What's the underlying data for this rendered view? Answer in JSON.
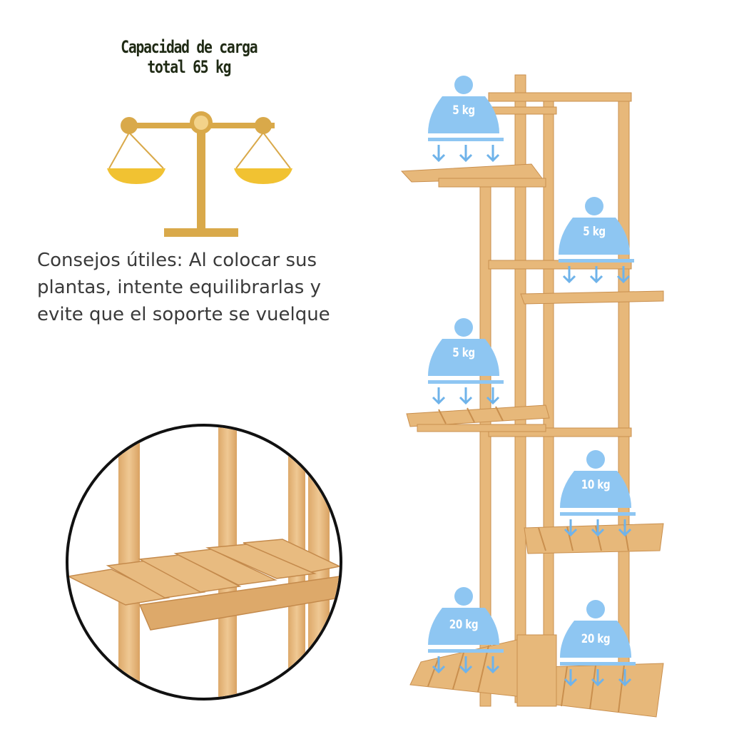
{
  "header": {
    "title": "Capacidad de carga total 65 kg"
  },
  "tip": {
    "lines": [
      "Consejos útiles: Al colocar sus",
      "plantas, intente equilibrarlas y",
      "evite que el soporte se vuelque"
    ]
  },
  "weights": [
    {
      "label": "5 kg"
    },
    {
      "label": "5 kg"
    },
    {
      "label": "5 kg"
    },
    {
      "label": "10 kg"
    },
    {
      "label": "20 kg"
    },
    {
      "label": "20 kg"
    }
  ],
  "colors": {
    "wood": "#E7B87A",
    "wood_dark": "#C98F4E",
    "weight_blue": "#8EC6F2",
    "arrow_blue": "#6FB3EA",
    "scale_gold": "#D9A94A",
    "scale_pan": "#F1C232"
  },
  "icons": [
    "balance-scale-icon",
    "weight-icon",
    "down-arrow-icon"
  ]
}
